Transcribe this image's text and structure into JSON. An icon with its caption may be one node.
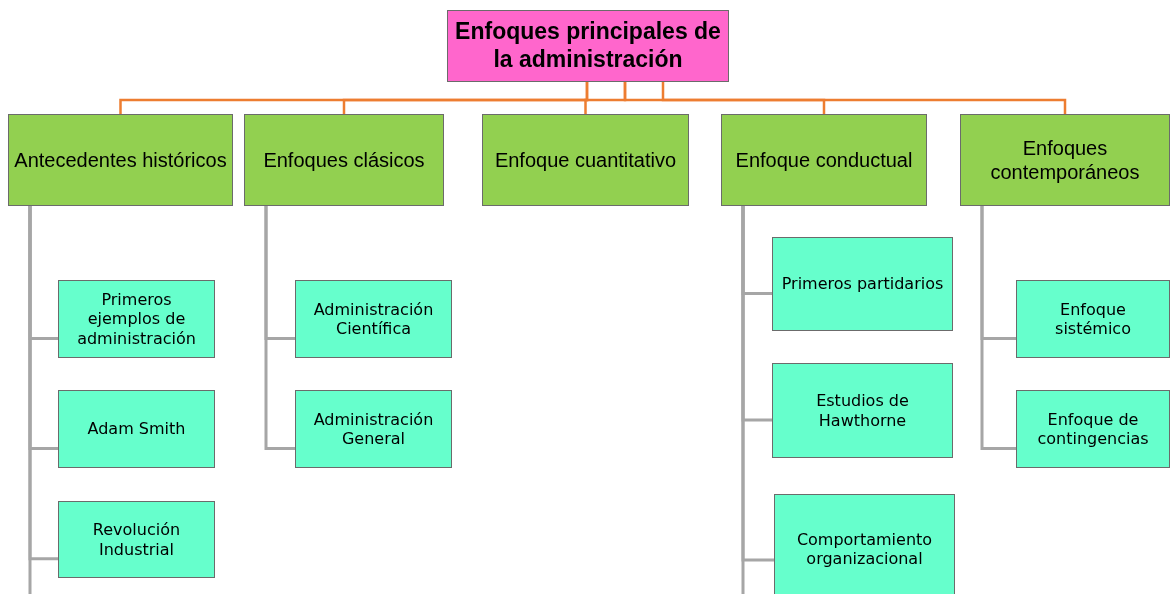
{
  "diagram": {
    "nodes": [
      {
        "text": [
          "Enfoques principales de la administración"
        ]
      },
      {
        "text": [
          "Antecedentes históricos"
        ]
      },
      {
        "text": [
          "Enfoques clásicos"
        ]
      },
      {
        "text": [
          "Enfoque cuantitativo"
        ]
      },
      {
        "text": [
          "Enfoque conductual"
        ]
      },
      {
        "text": [
          "Enfoques contemporáneos"
        ]
      },
      {
        "text": [
          "Primeros ejemplos de administración"
        ]
      },
      {
        "text": [
          "Adam Smith"
        ]
      },
      {
        "text": [
          "Revolución Industrial"
        ]
      },
      {
        "text": [
          "Administración Científica"
        ]
      },
      {
        "text": [
          "Administración General"
        ]
      },
      {
        "text": [
          "Primeros partidarios"
        ]
      },
      {
        "text": [
          "Estudios de Hawthorne"
        ]
      },
      {
        "text": [
          "Comportamiento organizacional"
        ]
      },
      {
        "text": [
          "Enfoque sistémico"
        ]
      },
      {
        "text": [
          "Enfoque de contingencias"
        ]
      }
    ],
    "edges": [
      {
        "from": 0,
        "to": 1,
        "arrow": "none",
        "color": "#ed7d31"
      },
      {
        "from": 0,
        "to": 2,
        "arrow": "none",
        "color": "#ed7d31"
      },
      {
        "from": 0,
        "to": 3,
        "arrow": "none",
        "color": "#ed7d31"
      },
      {
        "from": 0,
        "to": 4,
        "arrow": "none",
        "color": "#ed7d31"
      },
      {
        "from": 0,
        "to": 5,
        "arrow": "none",
        "color": "#ed7d31"
      },
      {
        "from": 1,
        "to": 6,
        "arrow": "none"
      },
      {
        "from": 1,
        "to": 7,
        "arrow": "none"
      },
      {
        "from": 1,
        "to": 8,
        "arrow": "none"
      },
      {
        "from": 2,
        "to": 9,
        "arrow": "none"
      },
      {
        "from": 2,
        "to": 10,
        "arrow": "none"
      },
      {
        "from": 4,
        "to": 11,
        "arrow": "none"
      },
      {
        "from": 4,
        "to": 12,
        "arrow": "none"
      },
      {
        "from": 4,
        "to": 13,
        "arrow": "none"
      },
      {
        "from": 5,
        "to": 14,
        "arrow": "none"
      },
      {
        "from": 5,
        "to": 15,
        "arrow": "none"
      }
    ]
  }
}
